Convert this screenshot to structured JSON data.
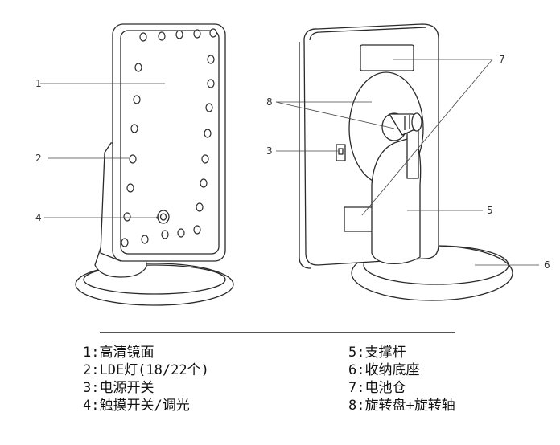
{
  "callouts": {
    "c1": "1",
    "c2": "2",
    "c3": "3",
    "c4": "4",
    "c5": "5",
    "c6": "6",
    "c7": "7",
    "c8": "8"
  },
  "legend": {
    "left": [
      "1:高清镜面",
      "2:LDE灯(18/22个)",
      "3:电源开关",
      "4:触摸开关/调光"
    ],
    "right": [
      "5:支撑杆",
      "6:收纳底座",
      "7:电池仓",
      "8:旋转盘+旋转轴"
    ]
  }
}
